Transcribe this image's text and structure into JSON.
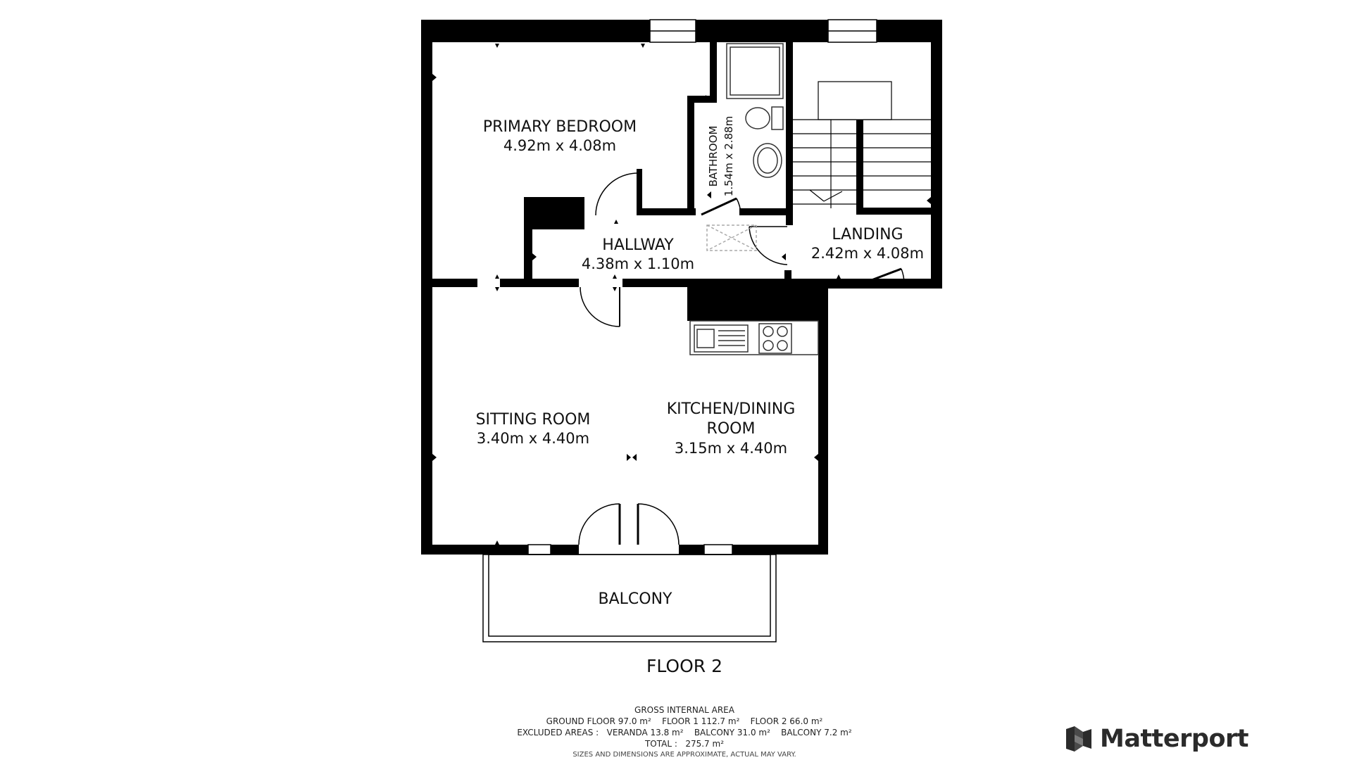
{
  "floor_title": "FLOOR 2",
  "rooms": {
    "primary_bedroom": {
      "name": "PRIMARY BEDROOM",
      "dims": "4.92m x 4.08m"
    },
    "bathroom": {
      "name": "BATHROOM",
      "dims": "1.54m x 2.88m"
    },
    "landing": {
      "name": "LANDING",
      "dims": "2.42m x 4.08m"
    },
    "hallway": {
      "name": "HALLWAY",
      "dims": "4.38m x 1.10m"
    },
    "sitting_room": {
      "name": "SITTING ROOM",
      "dims": "3.40m x 4.40m"
    },
    "kitchen_dining": {
      "name_line1": "KITCHEN/DINING",
      "name_line2": "ROOM",
      "dims": "3.15m x 4.40m"
    },
    "balcony": {
      "name": "BALCONY"
    }
  },
  "area_summary": {
    "heading": "GROSS INTERNAL AREA",
    "floors_line": "GROUND FLOOR 97.0 m²    FLOOR 1 112.7 m²    FLOOR 2 66.0 m²",
    "excluded_line": "EXCLUDED AREAS :   VERANDA 13.8 m²    BALCONY 31.0 m²    BALCONY 7.2 m²",
    "total_line": "TOTAL :   275.7 m²",
    "disclaimer": "SIZES AND DIMENSIONS ARE APPROXIMATE, ACTUAL MAY VARY."
  },
  "brand": {
    "name": "Matterport",
    "icon": "matterport-logo-icon",
    "color": "#2b2b2b"
  },
  "colors": {
    "wall": "#000000",
    "background": "#ffffff",
    "fixture": "#333333"
  }
}
